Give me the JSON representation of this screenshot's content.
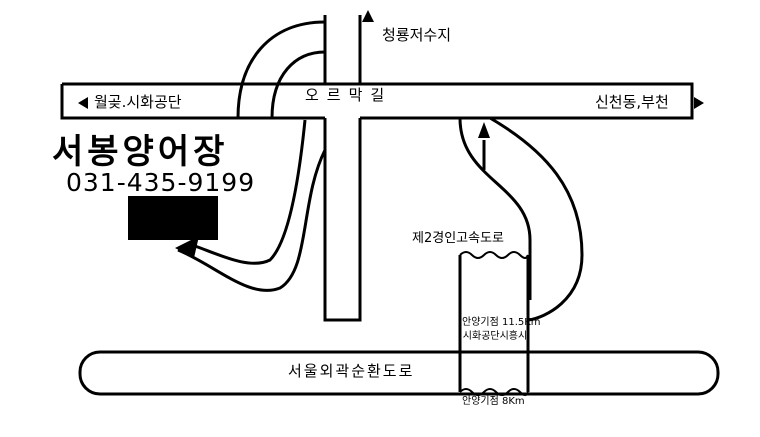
{
  "colors": {
    "ink": "#000000",
    "paper": "#ffffff"
  },
  "business": {
    "name": "서봉양어장",
    "phone": "031-435-9199"
  },
  "roads": {
    "north": "청룡저수지",
    "west": "월곶.시화공단",
    "east": "신천동,부천",
    "main_cross": "오르막길",
    "highway": "제2경인고속도로",
    "ring_road": "서울외곽순환도로"
  },
  "markers": {
    "km_top_line1": "안양기점 11.5Km",
    "km_top_line2": "시화공단시흥시",
    "km_bottom": "안양기점 8Km"
  },
  "icons": {
    "north_arrow": "triangle-up-icon",
    "west_arrow": "triangle-left-icon",
    "east_arrow": "triangle-right-icon"
  }
}
